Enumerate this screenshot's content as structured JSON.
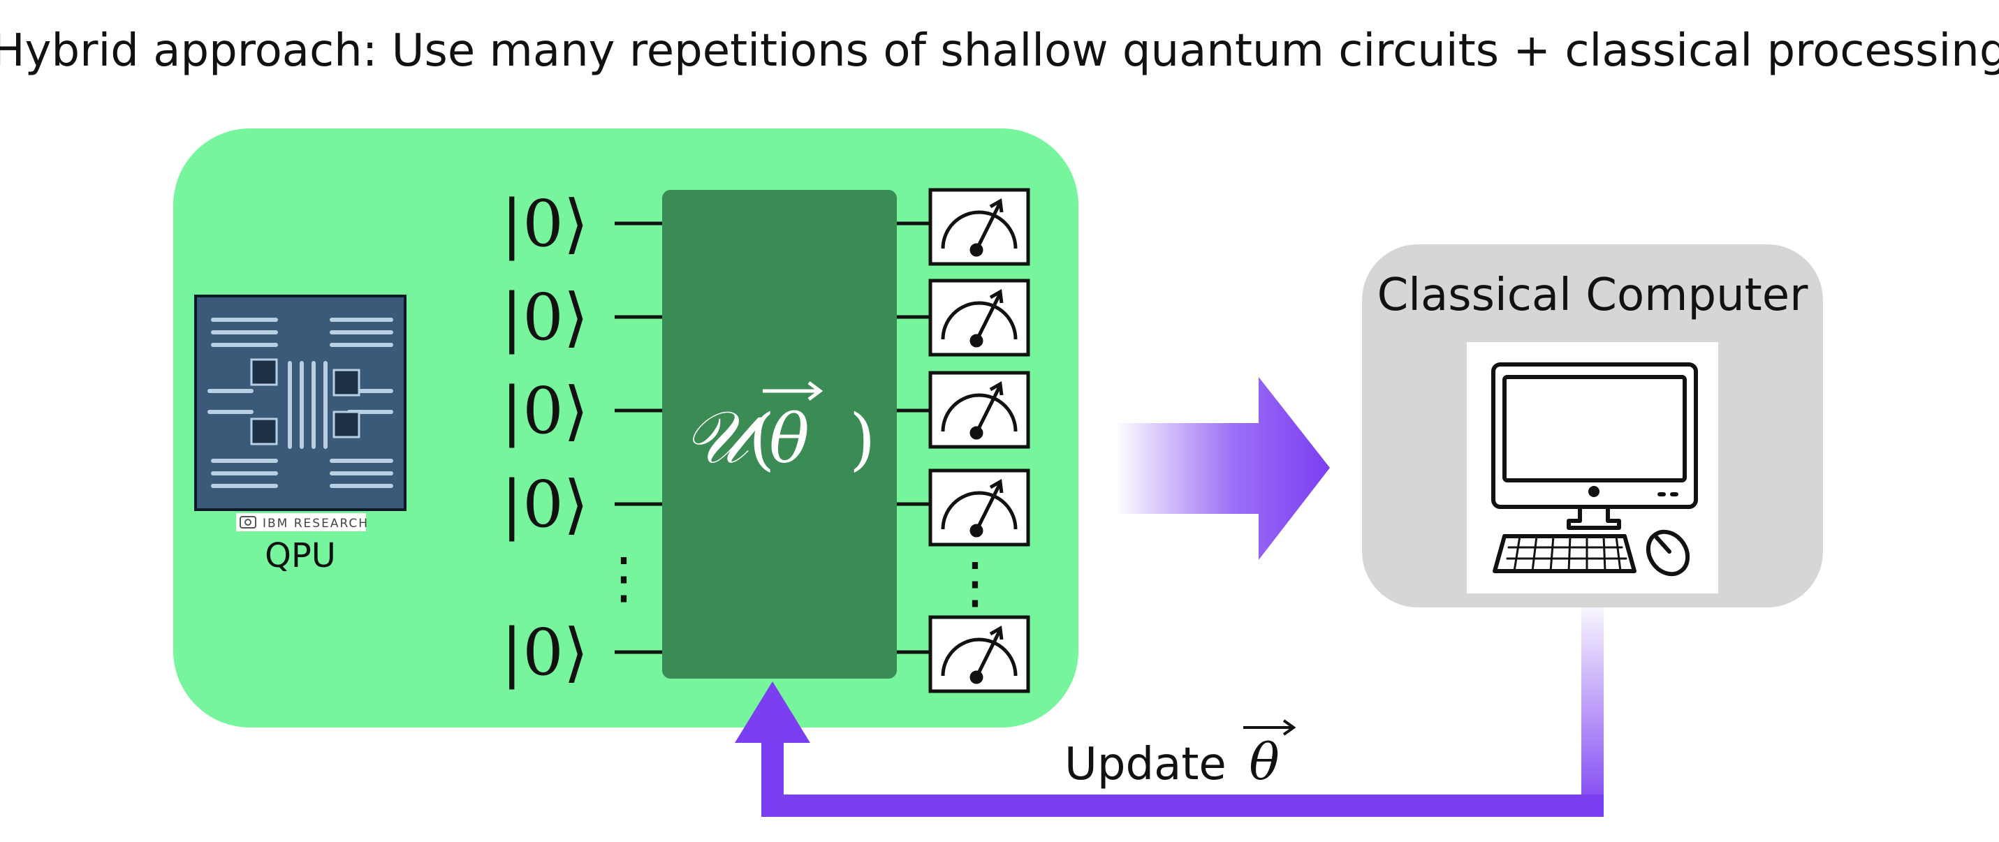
{
  "title": "Hybrid approach: Use many repetitions of shallow quantum circuits + classical processing",
  "qpu": {
    "label": "QPU",
    "image_credit": "IBM RESEARCH"
  },
  "circuit": {
    "qubit_label": "|0⟩",
    "qubit_labels": [
      "|0⟩",
      "|0⟩",
      "|0⟩",
      "|0⟩",
      "|0⟩"
    ],
    "unitary_symbol": "𝒰",
    "unitary_open": "(",
    "unitary_param": "θ",
    "unitary_close": ")",
    "ellipsis": "⋮"
  },
  "classical": {
    "label": "Classical Computer"
  },
  "feedback": {
    "label": "Update",
    "param": "θ"
  },
  "colors": {
    "quantum_bg": "#77f59c",
    "unitary_fill": "#3b8b55",
    "classical_bg": "#d6d6d6",
    "arrow": "#7b3ff2",
    "chip_bg": "#3b5a7a"
  }
}
